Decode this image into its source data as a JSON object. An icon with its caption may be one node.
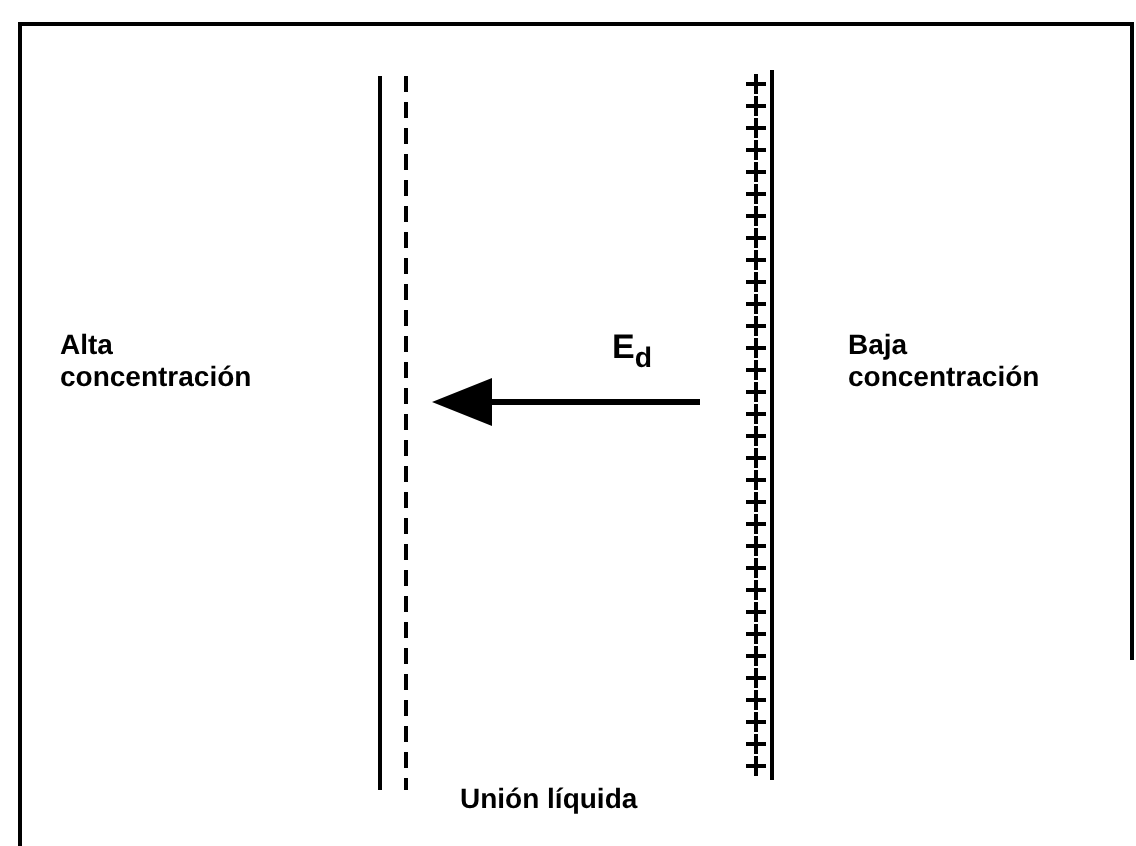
{
  "diagram": {
    "labels": [
      "Alta concentración",
      "E$_{d}$",
      "Baja concentración",
      "Unión líquida"
    ]
  }
}
